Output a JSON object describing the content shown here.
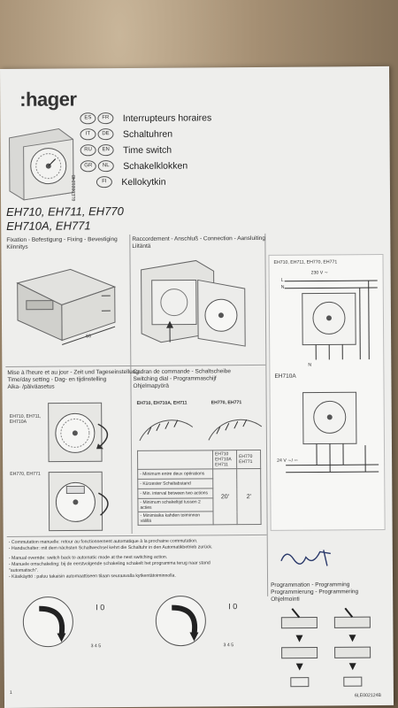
{
  "brand": ":hager",
  "side_code": "6LE002124B",
  "languages": [
    {
      "codes": [
        "ES",
        "FR"
      ],
      "label": "Interrupteurs horaires"
    },
    {
      "codes": [
        "IT",
        "DE"
      ],
      "label": "Schaltuhren"
    },
    {
      "codes": [
        "RU",
        "EN"
      ],
      "label": "Time switch"
    },
    {
      "codes": [
        "GR",
        "NL"
      ],
      "label": "Schakelklokken"
    },
    {
      "codes": [
        "FI"
      ],
      "label": "Kellokytkin"
    }
  ],
  "models_line1": "EH710, EH711, EH770",
  "models_line2": "EH710A, EH771",
  "fixation_heading": "Fixation - Befestigung - Fixing - Bevestiging",
  "fixation_heading_2": "Kiinnitys",
  "fixation_dim": "63",
  "connection_heading": "Raccordement - Anschluß - Connection - Aansluiting",
  "connection_heading_2": "Liitäntä",
  "wiring_models": "EH710, EH711, EH770, EH771",
  "wiring_voltage": "230 V ∼",
  "wiring_L": "L",
  "wiring_N": "N",
  "eh710a": "EH710A",
  "eh710a_voltage": "24 V ∼/ ⎓",
  "time_setting_heading": "Mise à l'heure et au jour - Zeit und Tageseinstellung",
  "time_setting_heading_2": "Time/day setting - Dag- en tijdinstelling",
  "time_setting_heading_3": "Aika- /päiväasetus",
  "time_models_1": "EH710, EH711, EH710A",
  "time_models_2": "EH770, EH771",
  "dial_heading": "Cadran de commande - Schaltscheibe",
  "dial_heading_2": "Switching dial - Programmaschijf",
  "dial_heading_3": "Ohjelmapyörä",
  "dial_models_1": "EH710, EH710A, EH711",
  "dial_models_2": "EH770, EH771",
  "table": {
    "col1": "EH710 EH710A EH711",
    "col2": "EH770 EH771",
    "rows": [
      "- Minimum entre deux opérations",
      "- Kürzester Schaltabstand",
      "- Min. interval between two actions",
      "- Minimum schakeltijd tussen 2 acties",
      "- Minimiaika kahden toiminnon välillä"
    ],
    "val1": "20'",
    "val2": "2'"
  },
  "override_lines": [
    "- Commutation manuelle: retour au fonctionnement automatique à la prochaine commutation.",
    "- Handschalter: mit dem nächsten Schaltwechsel kehrt die Schaltuhr in den Automatikbetrieb zurück.",
    "- Manual override: switch back to automatic mode at the next switching action.",
    "- Manuele omschakeling: bij de eerstvolgende schakeling schakelt het programma terug naar stand",
    "  \"automatisch\".",
    "- Käsikäyttö : paluu takaisin automaattiseen tilaan seuraavalla kytkentätoiminnolla."
  ],
  "programming_heading": "Programmation - Programming",
  "programming_heading_2": "Programmierung - Programmering",
  "programming_heading_3": "Ohjelmointi",
  "switch_label": "I 0",
  "terminals": "3 4 5",
  "page_number": "1",
  "footer_code": "6LE002124B"
}
